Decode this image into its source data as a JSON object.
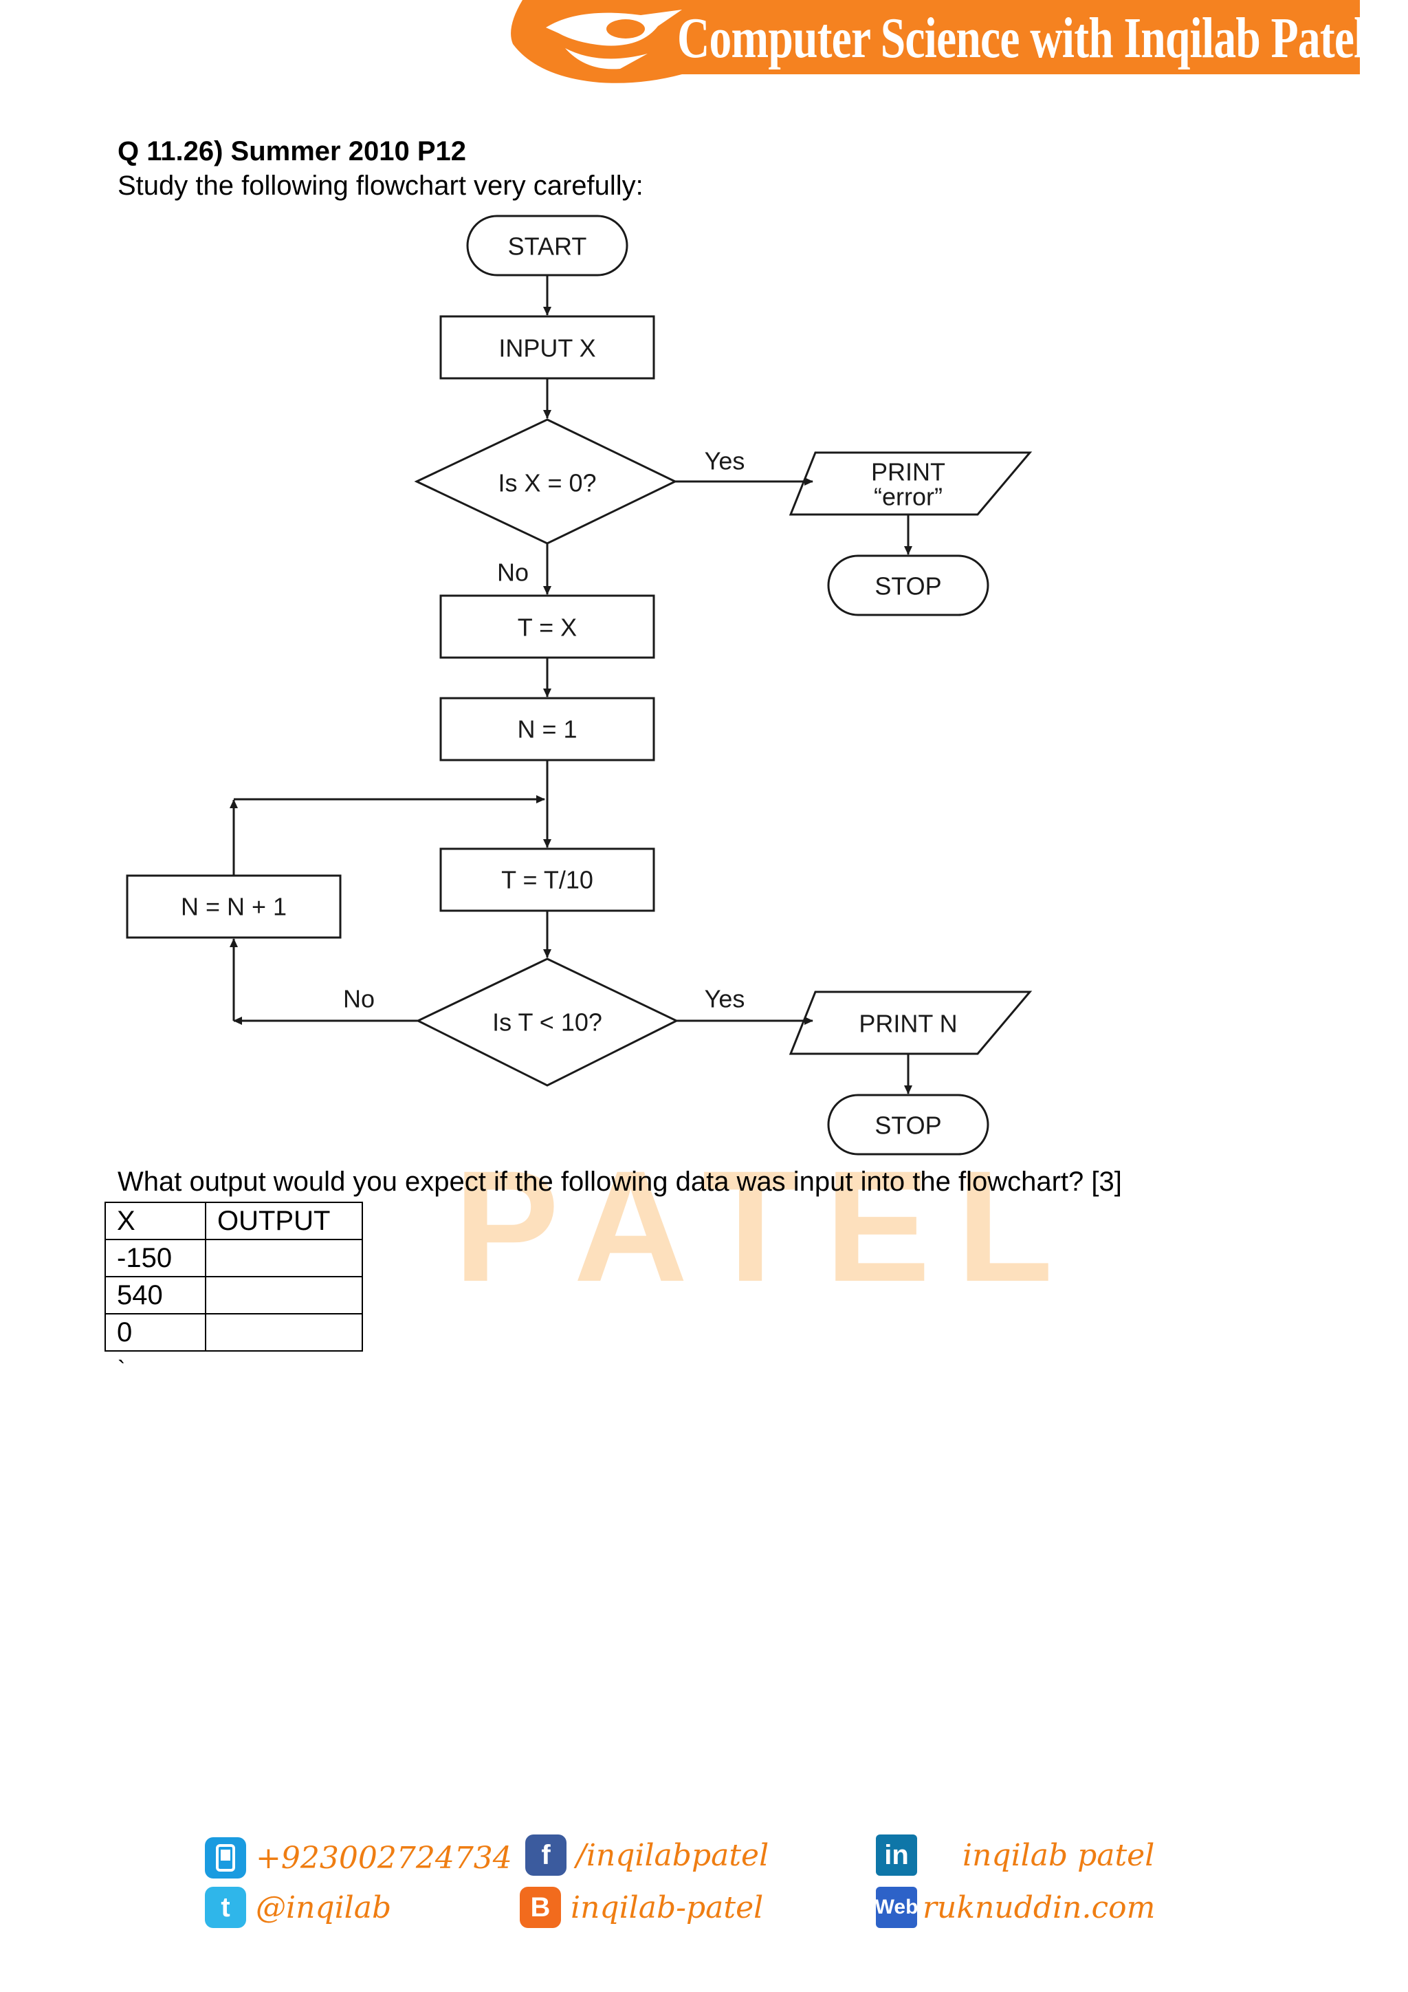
{
  "header": {
    "banner_title": "Computer Science with Inqilab Patel",
    "brand_color": "#f58220"
  },
  "question": {
    "title": "Q 11.26) Summer 2010 P12",
    "instruction": "Study the following flowchart very carefully:",
    "prompt": "What output would you expect if the following data was input into the flowchart? [3]"
  },
  "flowchart": {
    "start": "START",
    "input": "INPUT X",
    "decision1": "Is X = 0?",
    "yes1": "Yes",
    "no1": "No",
    "print_error_line1": "PRINT",
    "print_error_line2": "“error”",
    "stop1": "STOP",
    "assign_t": "T = X",
    "assign_n": "N = 1",
    "divide": "T = T/10",
    "increment": "N = N + 1",
    "decision2": "Is T < 10?",
    "yes2": "Yes",
    "no2": "No",
    "print_n": "PRINT N",
    "stop2": "STOP"
  },
  "watermark": "PATEL",
  "answer_table": {
    "headers": [
      "X",
      "OUTPUT"
    ],
    "rows": [
      {
        "x": "-150",
        "output": ""
      },
      {
        "x": "540",
        "output": ""
      },
      {
        "x": "0",
        "output": ""
      }
    ]
  },
  "stray_mark": "`",
  "footer": {
    "phone": "+923002724734",
    "facebook": "/inqilabpatel",
    "linkedin": "inqilab patel",
    "twitter": "@inqilab",
    "blogger": "inqilab-patel",
    "web": "ruknuddin.com"
  }
}
